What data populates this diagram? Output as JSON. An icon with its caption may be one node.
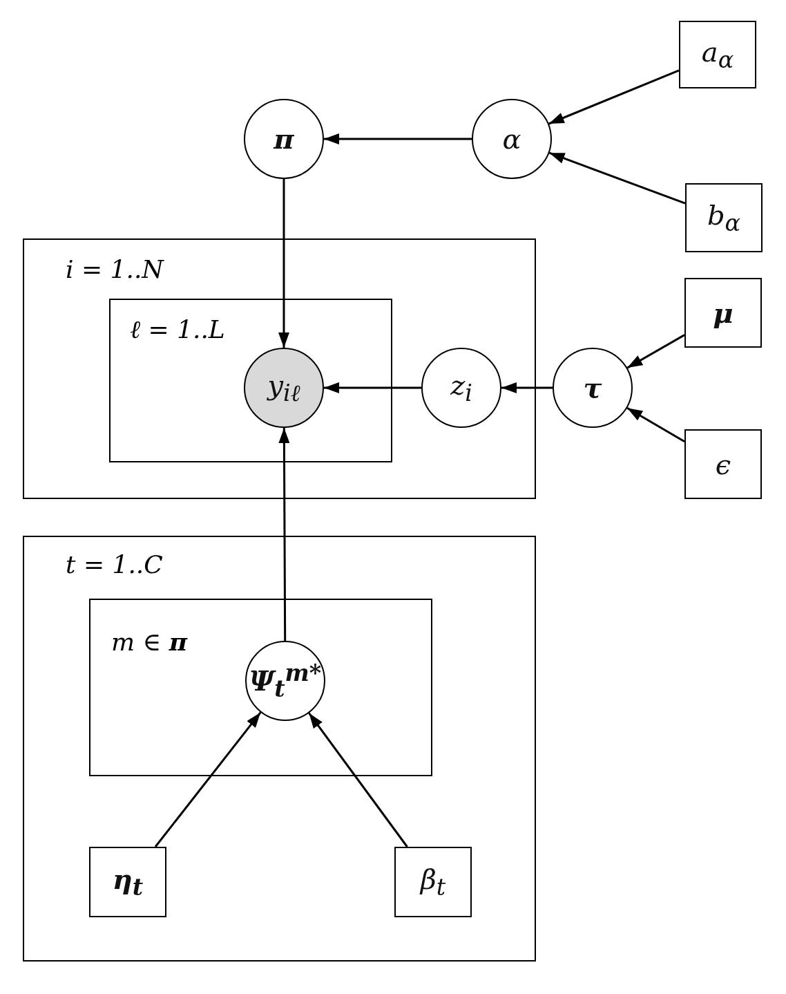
{
  "diagram": {
    "nodes": [
      {
        "text": [
          "a$_{α}$"
        ]
      },
      {
        "text": [
          "π"
        ]
      },
      {
        "text": [
          "α"
        ]
      },
      {
        "text": [
          "b$_{α}$"
        ]
      },
      {
        "text": [
          "i = 1..N"
        ]
      },
      {
        "text": [
          "ℓ = 1..L"
        ],
        "in": 4
      },
      {
        "text": [
          "y$_{iℓ}$"
        ],
        "in": 5
      },
      {
        "text": [
          "z$_{i}$"
        ],
        "in": 4
      },
      {
        "text": [
          "μ"
        ]
      },
      {
        "text": [
          "τ"
        ]
      },
      {
        "text": [
          "ϵ"
        ]
      },
      {
        "text": [
          "t = 1..C"
        ]
      },
      {
        "text": [
          "m ∈ **π**"
        ],
        "in": 11
      },
      {
        "text": [
          "Ψ$_{t}$$^{m*}$"
        ],
        "in": 12
      },
      {
        "text": [
          "η$_{t}$"
        ],
        "in": 11
      },
      {
        "text": [
          "β$_{t}$"
        ],
        "in": 11
      }
    ],
    "edges": [
      {
        "from": 0,
        "to": 2,
        "arrow": "to"
      },
      {
        "from": 2,
        "to": 1,
        "arrow": "to"
      },
      {
        "from": 3,
        "to": 2,
        "arrow": "to"
      },
      {
        "from": 1,
        "to": 6,
        "arrow": "to"
      },
      {
        "from": 7,
        "to": 6,
        "arrow": "to"
      },
      {
        "from": 9,
        "to": 7,
        "arrow": "to"
      },
      {
        "from": 8,
        "to": 9,
        "arrow": "to"
      },
      {
        "from": 10,
        "to": 9,
        "arrow": "to"
      },
      {
        "from": 13,
        "to": 6,
        "arrow": "to"
      },
      {
        "from": 14,
        "to": 13,
        "arrow": "to"
      },
      {
        "from": 15,
        "to": 13,
        "arrow": "to"
      }
    ]
  }
}
